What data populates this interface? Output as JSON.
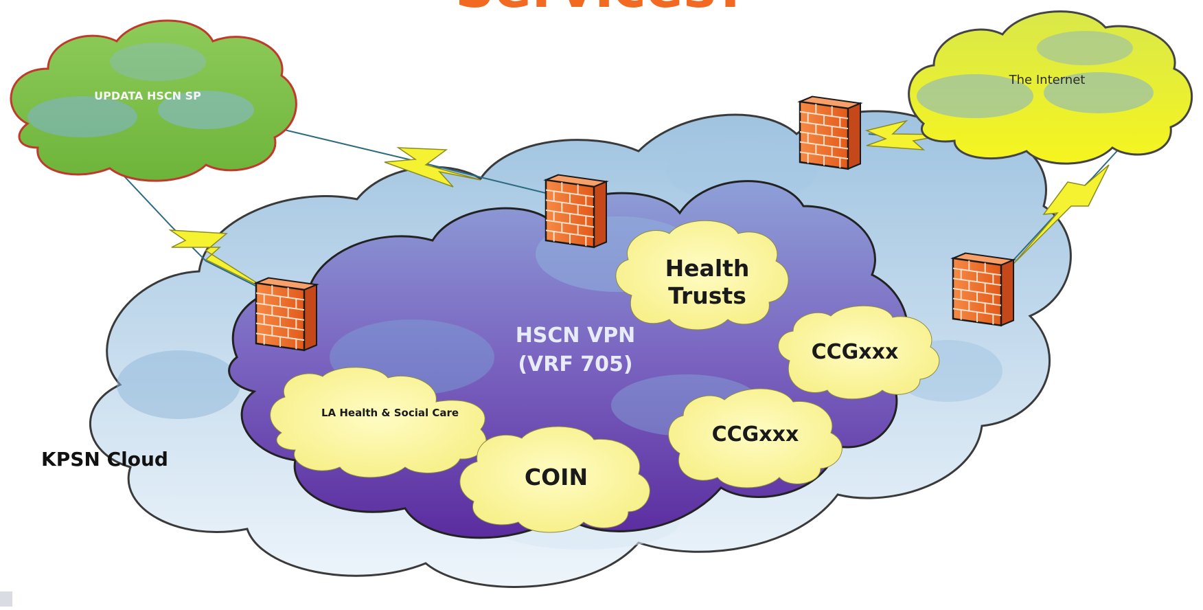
{
  "title": "Services?",
  "clouds": {
    "kpsn": "KPSN Cloud",
    "hscn_vpn": {
      "line1": "HSCN VPN",
      "line2": "(VRF 705)"
    },
    "updata": "UPDATA HSCN SP",
    "internet": "The Internet",
    "health_trusts": {
      "line1": "Health",
      "line2": "Trusts"
    },
    "ccg_upper": "CCGxxx",
    "ccg_lower": "CCGxxx",
    "la_health": "LA Health & Social Care",
    "coin": "COIN"
  },
  "colors": {
    "title": "#f26a22",
    "outer_cloud": "#cfe2f0",
    "vpn_cloud_top": "#8a7fd0",
    "vpn_cloud_bottom": "#5a2fa0",
    "updata_cloud": "#7fc24a",
    "internet_cloud": "#f2f22a",
    "inner_cloud": "#fbf59a",
    "firewall": "#f0702a",
    "lightning": "#f5f232"
  },
  "icons": [
    "firewall-icon",
    "lightning-icon"
  ]
}
